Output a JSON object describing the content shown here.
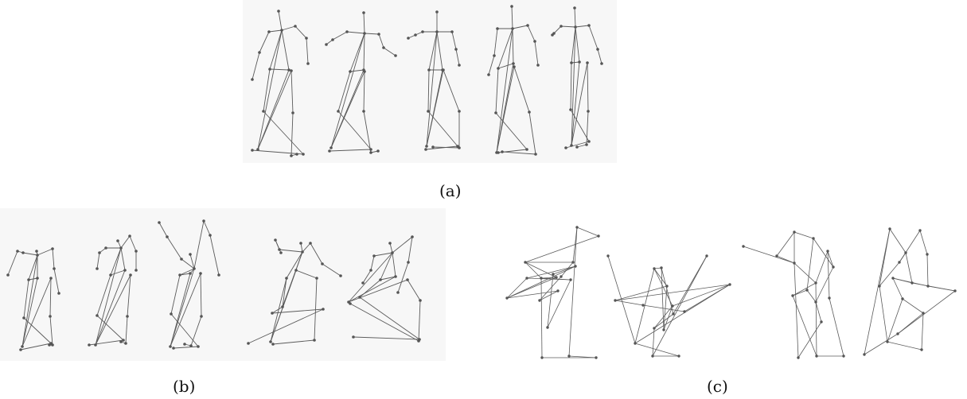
{
  "captions": {
    "a": "(a)",
    "b": "(b)",
    "c": "(c)"
  },
  "colors": {
    "line": "#5a5a5a",
    "joint": "#555555",
    "panel": "#f7f7f7"
  }
}
